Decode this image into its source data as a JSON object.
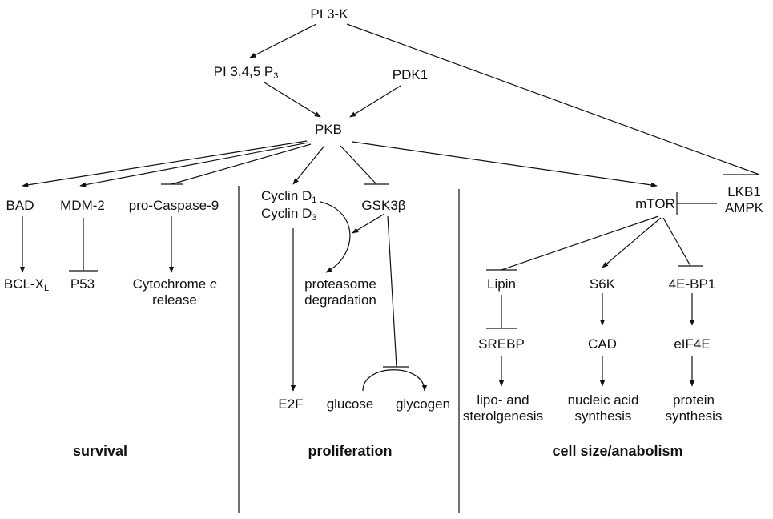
{
  "nodes": {
    "pi3k": "PI 3-K",
    "pip3_main": "PI 3,4,5 P",
    "pip3_sub": "3",
    "pdk1": "PDK1",
    "pkb": "PKB",
    "bad": "BAD",
    "mdm2": "MDM-2",
    "procasp9": "pro-Caspase-9",
    "bclxl_main": "BCL-X",
    "bclxl_sub": "L",
    "p53": "P53",
    "cytc_line1_main": "Cytochrome ",
    "cytc_line1_italic": "c",
    "cytc_line2": "release",
    "cyclind1_main": "Cyclin D",
    "cyclind1_sub": "1",
    "cyclind3_main": "Cyclin D",
    "cyclind3_sub": "3",
    "gsk3b": "GSK3β",
    "proteasome_line1": "proteasome",
    "proteasome_line2": "degradation",
    "e2f": "E2F",
    "glucose": "glucose",
    "glycogen": "glycogen",
    "mtor": "mTOR",
    "lkb1": "LKB1",
    "ampk": "AMPK",
    "lipin": "Lipin",
    "s6k": "S6K",
    "ebp1": "4E-BP1",
    "srebp": "SREBP",
    "cad": "CAD",
    "eif4e": "eIF4E",
    "lipo_line1": "lipo- and",
    "lipo_line2": "sterolgenesis",
    "nucleic_line1": "nucleic acid",
    "nucleic_line2": "synthesis",
    "protein_line1": "protein",
    "protein_line2": "synthesis"
  },
  "sections": {
    "survival": "survival",
    "proliferation": "proliferation",
    "cellsize": "cell size/anabolism"
  }
}
